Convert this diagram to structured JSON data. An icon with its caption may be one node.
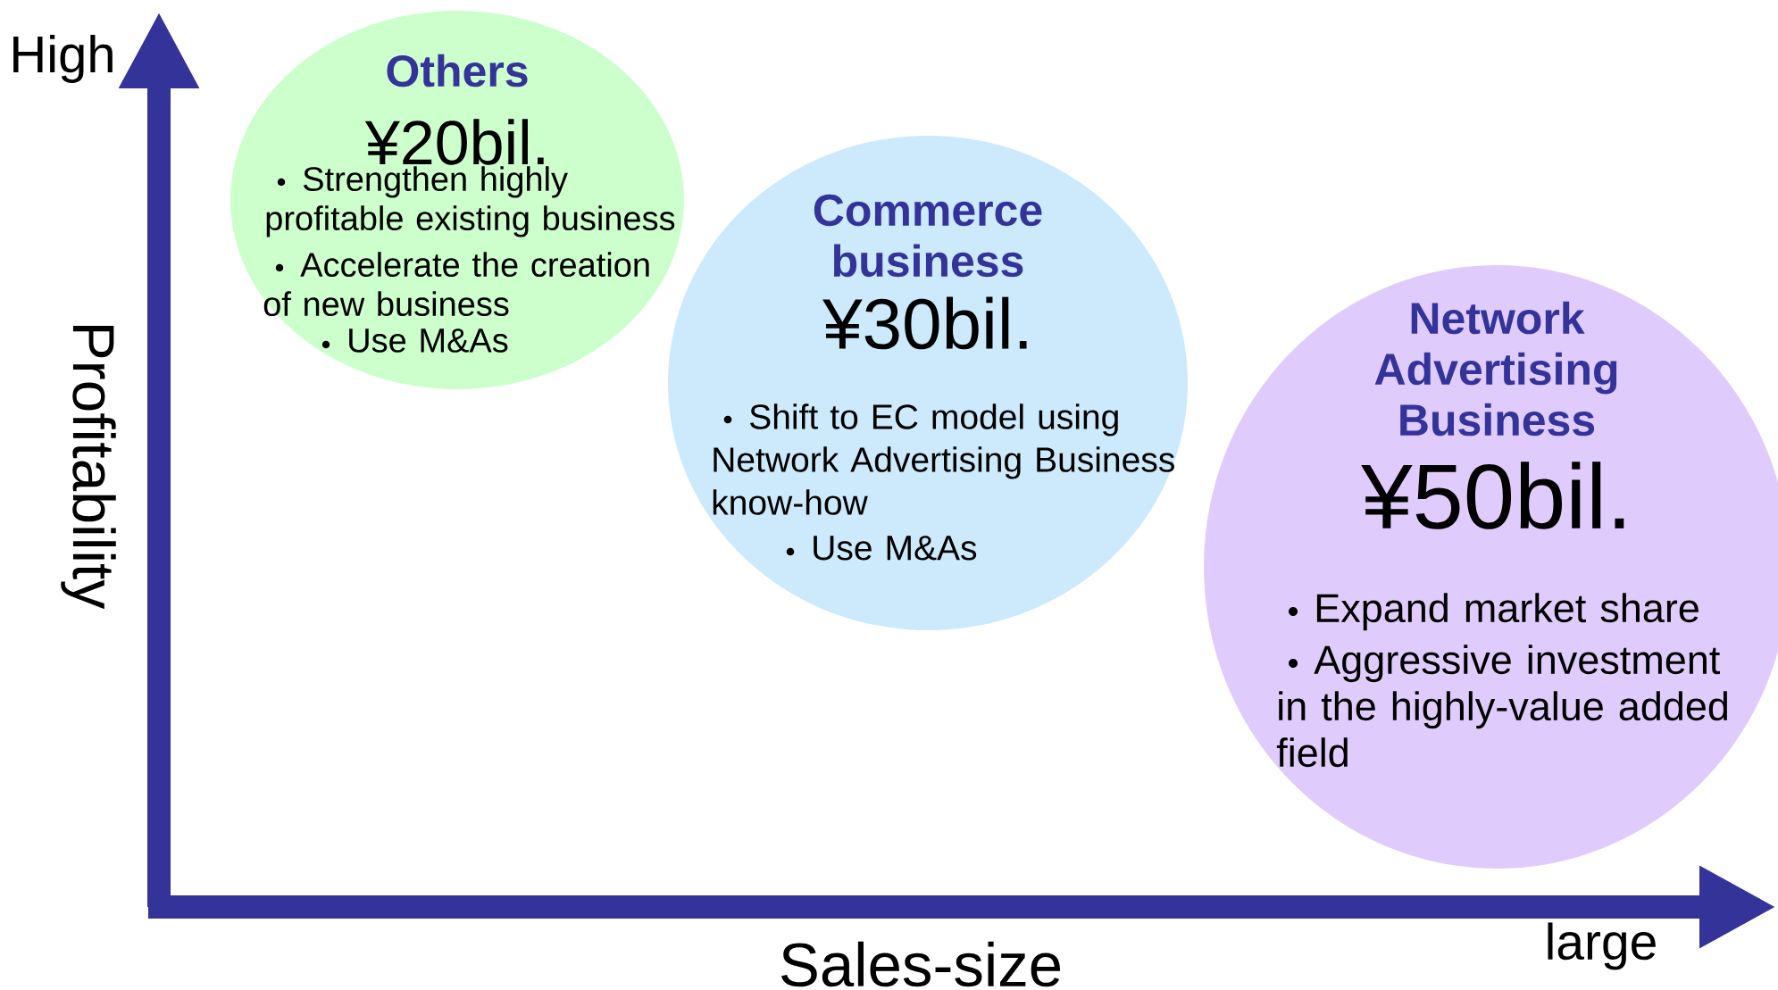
{
  "diagram": {
    "nodes": [
      {
        "text": [
          "Others",
          "¥20bil.",
          "Strengthen highly profitable existing business",
          "Accelerate the creation of new business",
          "Use M&As"
        ]
      },
      {
        "text": [
          "Commerce business",
          "¥30bil.",
          "Shift to EC model using Network Advertising Business know-how",
          "Use M&As"
        ]
      },
      {
        "text": [
          "Network Advertising Business",
          "¥50bil.",
          "Expand market share",
          "Aggressive investment in the highly-value added field"
        ]
      }
    ],
    "labels": [
      "High",
      "Profitability",
      "Sales-size",
      "large"
    ]
  }
}
